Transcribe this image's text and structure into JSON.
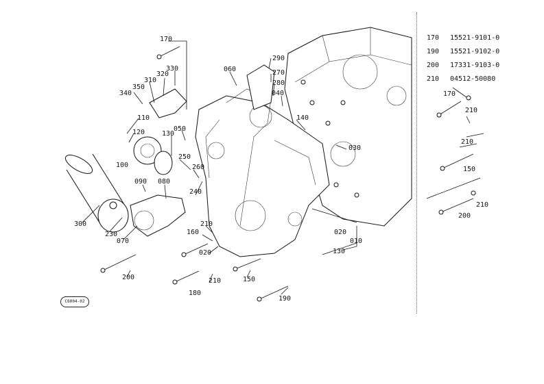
{
  "callouts": {
    "c170a": "170",
    "c330": "330",
    "c320": "320",
    "c310": "310",
    "c350": "350",
    "c340": "340",
    "c110": "110",
    "c120": "120",
    "c130": "130",
    "c050": "050",
    "c100": "100",
    "c250": "250",
    "c260": "260",
    "c240": "240",
    "c090": "090",
    "c080": "080",
    "c300": "300",
    "c230": "230",
    "c070": "070",
    "c060": "060",
    "c290": "290",
    "c270": "270",
    "c280": "280",
    "c040": "040",
    "c140": "140",
    "c030": "030",
    "c210a": "210",
    "c160": "160",
    "c020a": "020",
    "c020b": "020",
    "c010": "010",
    "c130b": "130",
    "c200a": "200",
    "c210b": "210",
    "c150a": "150",
    "c180": "180",
    "c190": "190",
    "c170b": "170",
    "c210c": "210",
    "c210d": "210",
    "c150b": "150",
    "c210e": "210",
    "c200b": "200"
  },
  "parts_table": [
    {
      "ref": "170",
      "part_no": "15521-9101-0"
    },
    {
      "ref": "190",
      "part_no": "15521-9102-0"
    },
    {
      "ref": "200",
      "part_no": "17331-9103-0"
    },
    {
      "ref": "210",
      "part_no": "04512-50080"
    }
  ],
  "figure_code": "C6004-02"
}
